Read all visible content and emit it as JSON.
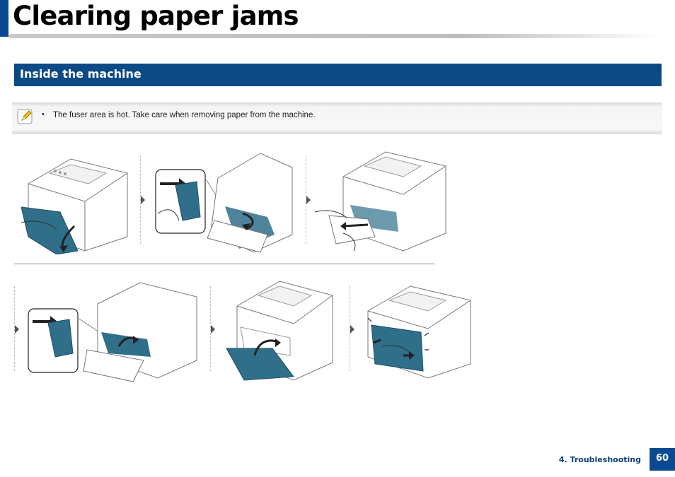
{
  "header": {
    "title": "Clearing paper jams"
  },
  "section": {
    "title": "Inside the machine"
  },
  "note": {
    "icon": "note-pencil-icon",
    "bullet": "•",
    "text": "The fuser area is hot. Take care when removing paper from the machine."
  },
  "steps": [
    {
      "id": 1,
      "illustration": "open-front-cover"
    },
    {
      "id": 2,
      "illustration": "pull-fuser-levers"
    },
    {
      "id": 3,
      "illustration": "remove-jammed-paper"
    },
    {
      "id": 4,
      "illustration": "push-fuser-levers"
    },
    {
      "id": 5,
      "illustration": "close-inner-cover"
    },
    {
      "id": 6,
      "illustration": "close-front-cover"
    }
  ],
  "footer": {
    "chapter": "4. Troubleshooting",
    "page_number": "60"
  },
  "colors": {
    "brand_blue": "#0b4a92",
    "section_blue": "#0c4a86",
    "teal_part": "#2f6f8a"
  }
}
